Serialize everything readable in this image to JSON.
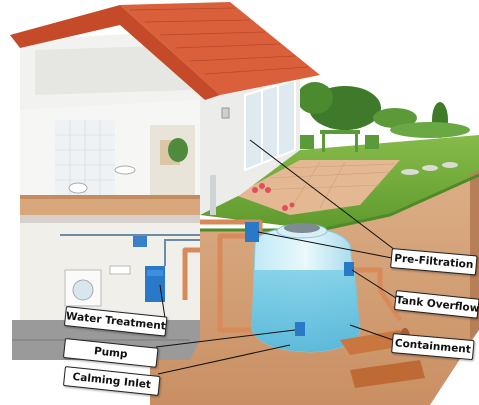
{
  "labels": {
    "pre_filtration": "Pre-Filtration",
    "tank_overflow": "Tank Overflow",
    "containment": "Containment",
    "water_treatment": "Water Treatment",
    "pump": "Pump",
    "calming_inlet": "Calming Inlet"
  },
  "colors": {
    "roof": "#d9603b",
    "wall": "#e8eaec",
    "grass": "#6fa83a",
    "soil": "#d9a77c",
    "tank_water": "#8fd3e8",
    "pipe": "#d98a5a",
    "blue_component": "#2a78c8"
  }
}
